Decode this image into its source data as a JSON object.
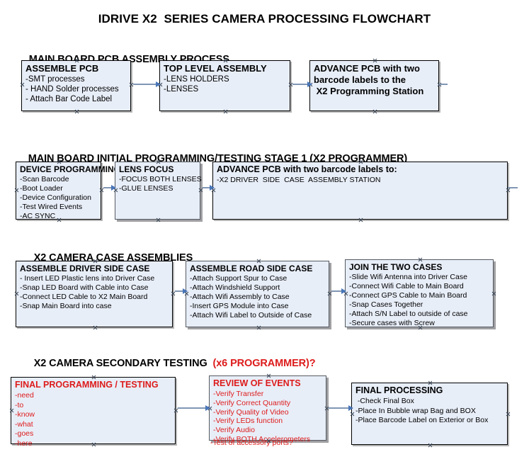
{
  "title": "IDRIVE X2  SERIES CAMERA PROCESSING FLOWCHART",
  "colors": {
    "box_fill": "#e8eef8",
    "box_border": "#000000",
    "arrow": "#8096b4",
    "arrow_head": "#4a76b8",
    "accent_red": "#dd1b1b",
    "text": "#000000"
  },
  "sections": [
    {
      "id": "main-board-pcb-assembly",
      "header": "MAIN BOARD PCB ASSEMBLY PROCESS",
      "header_accent": "",
      "nodes": [
        {
          "id": "assemble-pcb",
          "title": "ASSEMBLE PCB",
          "lines": [
            "-SMT processes",
            "- HAND Solder processes",
            "- Attach Bar Code Label"
          ]
        },
        {
          "id": "top-level-assembly",
          "title": "TOP LEVEL ASSEMBLY",
          "lines": [
            "-LENS HOLDERS",
            "-LENSES"
          ]
        },
        {
          "id": "advance-pcb-x2-programming-station",
          "title": "ADVANCE PCB with two",
          "lines": [
            "barcode labels to the",
            " X2 Programming Station"
          ]
        }
      ]
    },
    {
      "id": "main-board-initial-programming",
      "header": "MAIN BOARD INITIAL PROGRAMMING/TESTING STAGE 1 (X2 PROGRAMMER)",
      "header_accent": "",
      "nodes": [
        {
          "id": "device-programming",
          "title": "DEVICE PROGRAMMING",
          "lines": [
            "-Scan Barcode",
            "-Boot Loader",
            "-Device Configuration",
            "-Test Wired Events",
            "-AC SYNC"
          ]
        },
        {
          "id": "lens-focus",
          "title": "LENS FOCUS",
          "lines": [
            "-FOCUS BOTH LENSES",
            "-GLUE LENSES"
          ]
        },
        {
          "id": "advance-pcb-driver-side-case",
          "title": "ADVANCE PCB with two barcode labels to:",
          "lines": [
            "-X2 DRIVER  SIDE  CASE  ASSEMBLY STATION"
          ]
        }
      ]
    },
    {
      "id": "x2-camera-case-assemblies",
      "header": "X2 CAMERA CASE ASSEMBLIES",
      "header_accent": "",
      "nodes": [
        {
          "id": "assemble-driver-side-case",
          "title": "ASSEMBLE DRIVER SIDE CASE",
          "lines": [
            "- Insert LED Plastic lens into Driver Case",
            "-Snap LED Board with Cable into Case",
            "-Connect LED Cable to X2 Main Board",
            "-Snap Main Board into case"
          ]
        },
        {
          "id": "assemble-road-side-case",
          "title": "ASSEMBLE ROAD SIDE CASE",
          "lines": [
            "-Attach Support Spur to Case",
            "-Attach Windshield Support",
            "-Attach Wifi Assembly to Case",
            "-Insert GPS Module into Case",
            "-Attach Wifi Label to Outside of Case"
          ]
        },
        {
          "id": "join-the-two-cases",
          "title": "JOIN THE TWO CASES",
          "lines": [
            "-Slide Wifi Antenna into Driver Case",
            "-Connect Wifi Cable to Main Board",
            "-Connect GPS Cable to Main Board",
            "-Snap Cases Together",
            "-Attach S/N Label to outside of case",
            "-Secure cases with Screw"
          ]
        }
      ]
    },
    {
      "id": "x2-camera-secondary-testing",
      "header": "X2 CAMERA SECONDARY TESTING  ",
      "header_accent": "(x6 PROGRAMMER)?",
      "nodes": [
        {
          "id": "final-programming-testing",
          "title": "FINAL PROGRAMMING / TESTING",
          "lines": [
            "-need",
            "-to",
            "-know",
            "-what",
            "-goes",
            "-here"
          ]
        },
        {
          "id": "review-of-events",
          "title": "REVIEW OF EVENTS",
          "lines": [
            "-Verify Transfer",
            "-Verify Correct Quantity",
            "-Verify Quality of Video",
            "-Verify LEDs function",
            "-Verify Audio",
            "-Verify BOTH Accelerometers",
            "-Test of accessory ports?"
          ]
        },
        {
          "id": "final-processing",
          "title": "FINAL PROCESSING",
          "lines": [
            " -Check Final Box",
            "-Place In Bubble wrap Bag and BOX",
            "-Place Barcode Label on Exterior or Box"
          ]
        }
      ]
    }
  ]
}
